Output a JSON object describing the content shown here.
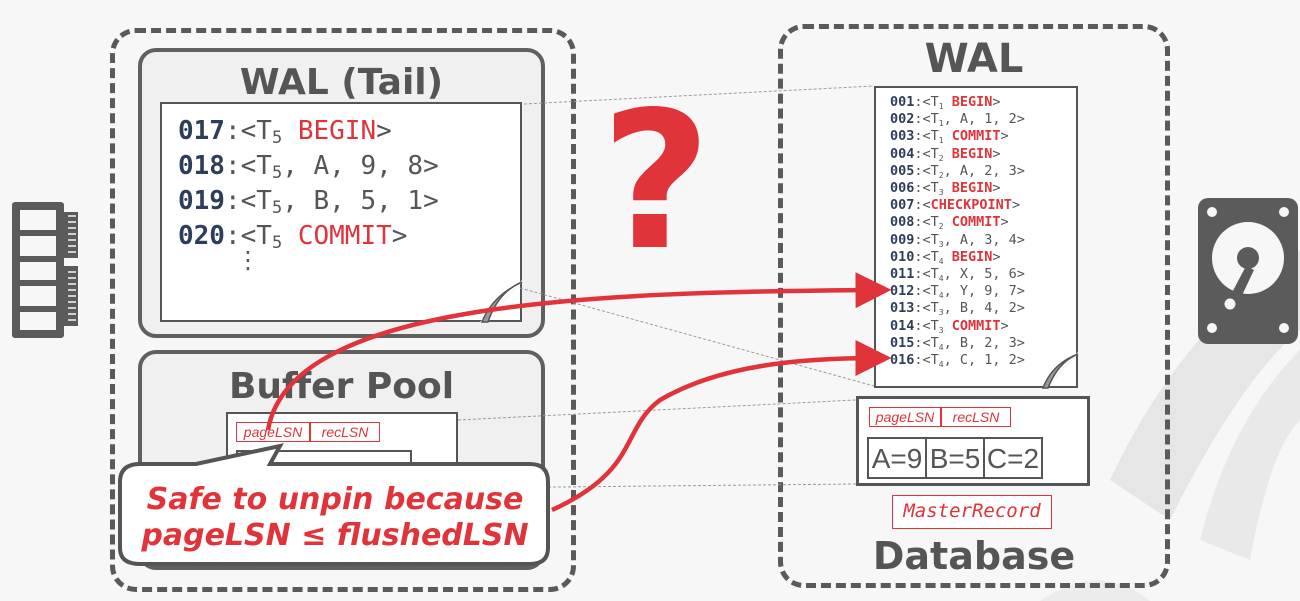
{
  "wal_tail": {
    "title": "WAL (Tail)",
    "records": [
      {
        "lsn": "017",
        "pre": ":<T",
        "sub": "5",
        "post": " ",
        "kw": "BEGIN",
        "end": ">"
      },
      {
        "lsn": "018",
        "pre": ":<T",
        "sub": "5",
        "post": ", A, 9, 8>",
        "kw": "",
        "end": ""
      },
      {
        "lsn": "019",
        "pre": ":<T",
        "sub": "5",
        "post": ", B, 5, 1>",
        "kw": "",
        "end": ""
      },
      {
        "lsn": "020",
        "pre": ":<T",
        "sub": "5",
        "post": " ",
        "kw": "COMMIT",
        "end": ">"
      }
    ],
    "ellipsis": "⋮"
  },
  "buffer_pool": {
    "title": "Buffer Pool",
    "page_lsn_label": "pageLSN",
    "rec_lsn_label": "recLSN"
  },
  "callout": {
    "line1": "Safe to unpin because",
    "line2": "pageLSN ≤ flushedLSN"
  },
  "question_mark": "?",
  "wal_disk": {
    "title": "WAL",
    "records": [
      {
        "lsn": "001",
        "pre": ":<T",
        "sub": "1",
        "post": " ",
        "kw": "BEGIN",
        "end": ">"
      },
      {
        "lsn": "002",
        "pre": ":<T",
        "sub": "1",
        "post": ", A, 1, 2>",
        "kw": "",
        "end": ""
      },
      {
        "lsn": "003",
        "pre": ":<T",
        "sub": "1",
        "post": " ",
        "kw": "COMMIT",
        "end": ">"
      },
      {
        "lsn": "004",
        "pre": ":<T",
        "sub": "2",
        "post": " ",
        "kw": "BEGIN",
        "end": ">"
      },
      {
        "lsn": "005",
        "pre": ":<T",
        "sub": "2",
        "post": ", A, 2, 3>",
        "kw": "",
        "end": ""
      },
      {
        "lsn": "006",
        "pre": ":<T",
        "sub": "3",
        "post": " ",
        "kw": "BEGIN",
        "end": ">"
      },
      {
        "lsn": "007",
        "pre": ":<",
        "sub": "",
        "post": "",
        "kw": "CHECKPOINT",
        "end": ">"
      },
      {
        "lsn": "008",
        "pre": ":<T",
        "sub": "2",
        "post": " ",
        "kw": "COMMIT",
        "end": ">"
      },
      {
        "lsn": "009",
        "pre": ":<T",
        "sub": "3",
        "post": ", A, 3, 4>",
        "kw": "",
        "end": ""
      },
      {
        "lsn": "010",
        "pre": ":<T",
        "sub": "4",
        "post": " ",
        "kw": "BEGIN",
        "end": ">"
      },
      {
        "lsn": "011",
        "pre": ":<T",
        "sub": "4",
        "post": ", X, 5, 6>",
        "kw": "",
        "end": ""
      },
      {
        "lsn": "012",
        "pre": ":<T",
        "sub": "4",
        "post": ", Y, 9, 7>",
        "kw": "",
        "end": ""
      },
      {
        "lsn": "013",
        "pre": ":<T",
        "sub": "3",
        "post": ", B, 4, 2>",
        "kw": "",
        "end": ""
      },
      {
        "lsn": "014",
        "pre": ":<T",
        "sub": "3",
        "post": " ",
        "kw": "COMMIT",
        "end": ">"
      },
      {
        "lsn": "015",
        "pre": ":<T",
        "sub": "4",
        "post": ", B, 2, 3>",
        "kw": "",
        "end": ""
      },
      {
        "lsn": "016",
        "pre": ":<T",
        "sub": "4",
        "post": ", C, 1, 2>",
        "kw": "",
        "end": ""
      }
    ]
  },
  "database": {
    "title": "Database",
    "page_lsn_label": "pageLSN",
    "rec_lsn_label": "recLSN",
    "cells": [
      "A=9",
      "B=5",
      "C=2"
    ],
    "master_record": "MasterRecord"
  },
  "icons": {
    "memory": "memory-icon",
    "disk": "hard-disk-icon"
  },
  "colors": {
    "accent_red": "#e0333a",
    "dark_gray": "#555555",
    "lsn_navy": "#2d3e5a"
  }
}
